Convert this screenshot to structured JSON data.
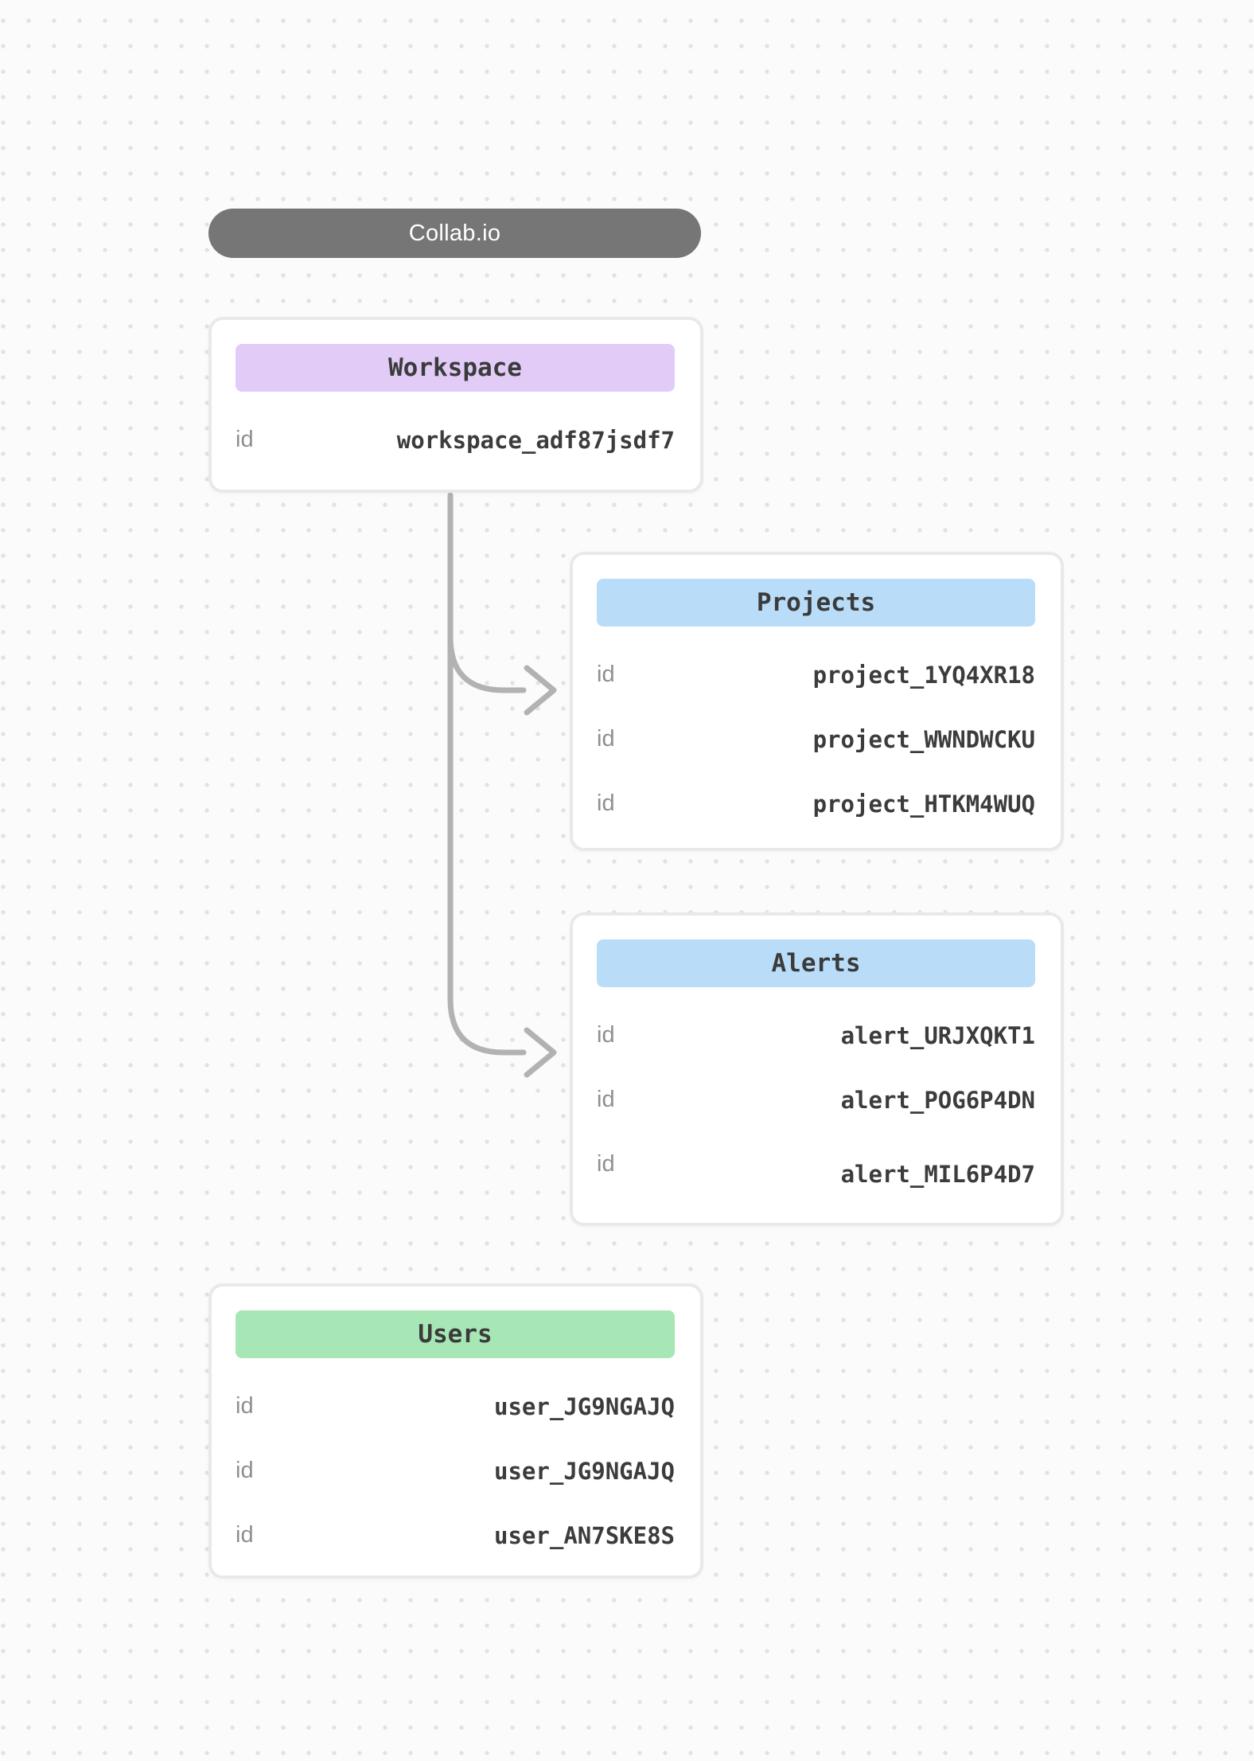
{
  "pill": {
    "label": "Collab.io"
  },
  "cards": {
    "workspace": {
      "title": "Workspace",
      "rows": [
        {
          "label": "id",
          "value": "workspace_adf87jsdf7"
        }
      ]
    },
    "projects": {
      "title": "Projects",
      "rows": [
        {
          "label": "id",
          "value": "project_1YQ4XR18"
        },
        {
          "label": "id",
          "value": "project_WWNDWCKU"
        },
        {
          "label": "id",
          "value": "project_HTKM4WUQ"
        }
      ]
    },
    "alerts": {
      "title": "Alerts",
      "rows": [
        {
          "label": "id",
          "value": "alert_URJXQKT1"
        },
        {
          "label": "id",
          "value": "alert_POG6P4DN"
        },
        {
          "label": "id",
          "value": "alert_MIL6P4D7"
        }
      ]
    },
    "users": {
      "title": "Users",
      "rows": [
        {
          "label": "id",
          "value": "user_JG9NGAJQ"
        },
        {
          "label": "id",
          "value": "user_JG9NGAJQ"
        },
        {
          "label": "id",
          "value": "user_AN7SKE8S"
        }
      ]
    }
  },
  "colors": {
    "pill_bg": "#767676",
    "workspace_header_bg": "#e2ccf7",
    "projects_header_bg": "#b9ddf8",
    "alerts_header_bg": "#b9ddf8",
    "users_header_bg": "#a6e7b5",
    "connector": "#b2b2b2",
    "card_border": "#e9e9e9",
    "canvas_bg": "#fbfbfb",
    "dot_grid": "#e2e2e2",
    "label_text": "#8e8e8e",
    "value_text": "#3c3c3c"
  }
}
